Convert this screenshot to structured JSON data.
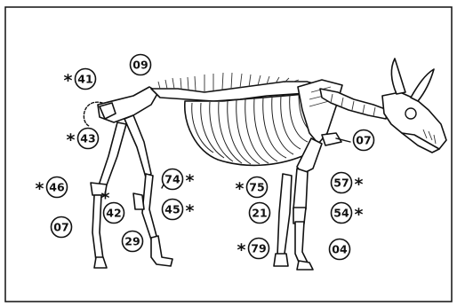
{
  "figure": {
    "labels": [
      {
        "id": "09",
        "text": "09",
        "asterisk": false
      },
      {
        "id": "41",
        "text": "41",
        "asterisk": true
      },
      {
        "id": "43",
        "text": "43",
        "asterisk": true
      },
      {
        "id": "46",
        "text": "46",
        "asterisk": true
      },
      {
        "id": "42",
        "text": "42",
        "asterisk": true
      },
      {
        "id": "07a",
        "text": "07",
        "asterisk": false
      },
      {
        "id": "74",
        "text": "74",
        "asterisk": true
      },
      {
        "id": "45",
        "text": "45",
        "asterisk": true
      },
      {
        "id": "29",
        "text": "29",
        "asterisk": false
      },
      {
        "id": "07b",
        "text": "07",
        "asterisk": false
      },
      {
        "id": "75",
        "text": "75",
        "asterisk": true
      },
      {
        "id": "57",
        "text": "57",
        "asterisk": true
      },
      {
        "id": "21",
        "text": "21",
        "asterisk": false
      },
      {
        "id": "54",
        "text": "54",
        "asterisk": true
      },
      {
        "id": "79",
        "text": "79",
        "asterisk": true
      },
      {
        "id": "04",
        "text": "04",
        "asterisk": false
      }
    ],
    "asterisk_glyph": "*"
  }
}
